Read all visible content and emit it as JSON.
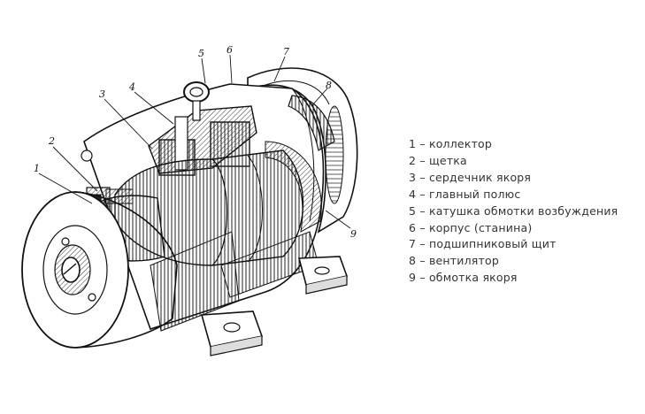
{
  "diagram": {
    "callouts": [
      "1",
      "2",
      "3",
      "4",
      "5",
      "6",
      "7",
      "8",
      "9"
    ]
  },
  "legend": {
    "items": [
      "1 – коллектор",
      "2 – щетка",
      "3 – сердечник якоря",
      "4 – главный полюс",
      "5 – катушка обмотки возбуждения",
      "6 – корпус (станина)",
      "7 – подшипниковый щит",
      "8 – вентилятор",
      "9 – обмотка якоря"
    ]
  }
}
